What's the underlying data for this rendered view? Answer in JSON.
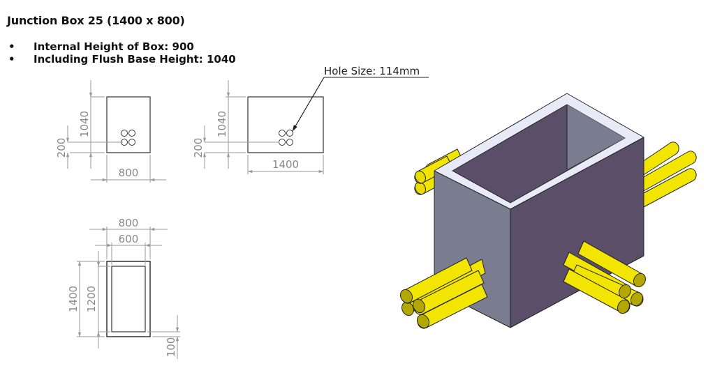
{
  "title": "Junction Box 25 (1400 x 800)",
  "bullets": [
    {
      "symbol": "•",
      "text": "Internal Height of Box: 900"
    },
    {
      "symbol": "•",
      "text": "Including Flush Base Height: 1040"
    }
  ],
  "callout": {
    "text": "Hole Size: 114mm"
  },
  "views": {
    "end_view": {
      "height": "1040",
      "hole_height": "200",
      "width": "800"
    },
    "side_view": {
      "height": "1040",
      "hole_height": "200",
      "width": "1400"
    },
    "plan_view": {
      "outer_width": "800",
      "inner_width": "600",
      "outer_length": "1400",
      "inner_length": "1200",
      "wall": "100"
    }
  },
  "colors": {
    "box_left_face": "#7a7d8f",
    "box_right_face": "#5a4e68",
    "box_rim": "#e8ebf7",
    "pipe": "#f2e600",
    "pipe_end": "#b3a800",
    "dim_line": "#999999"
  }
}
